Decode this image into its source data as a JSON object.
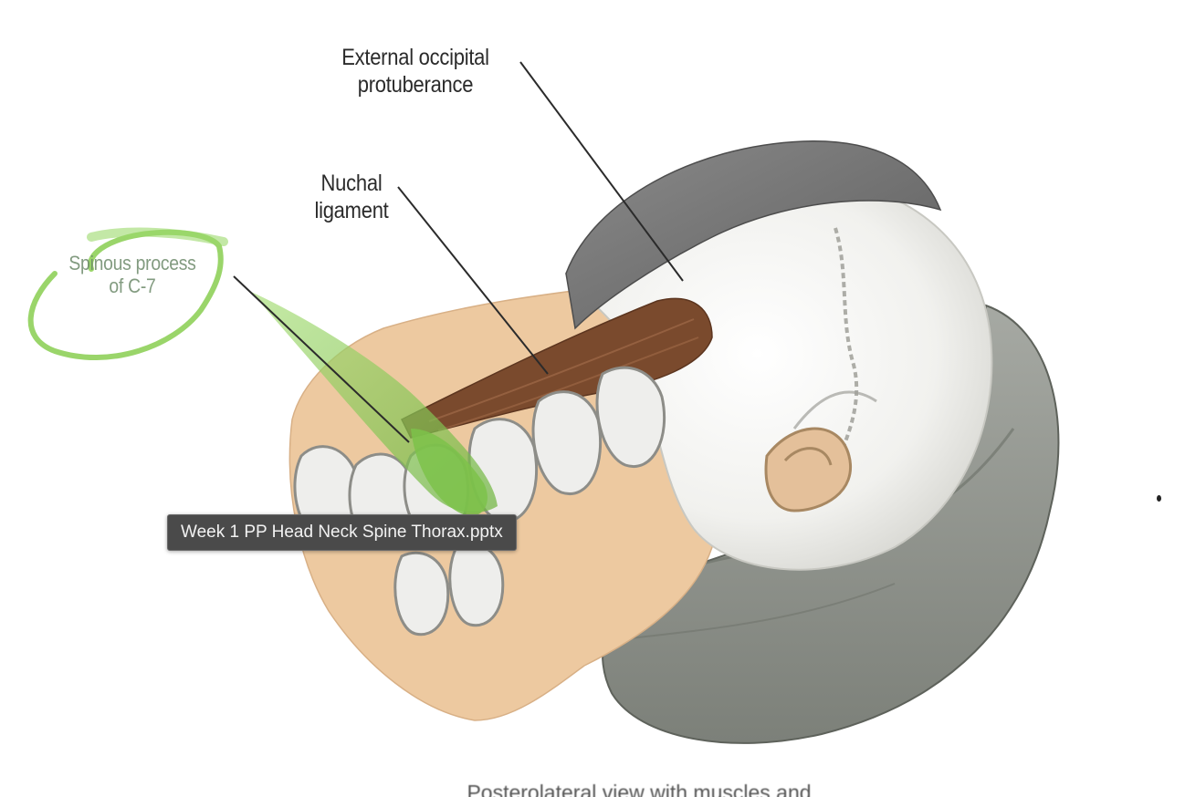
{
  "figure": {
    "labels": {
      "external_occipital_protuberance": "External occipital\nprotuberance",
      "nuchal_ligament": "Nuchal\nligament",
      "spinous_process_c7": "Spinous process\nof C-7"
    },
    "caption": "Posterolateral view with muscles and"
  },
  "tooltip": {
    "text": "Week 1 PP Head Neck Spine Thorax.pptx"
  },
  "colors": {
    "skin": "#edc9a0",
    "hair": "#6f6f6f",
    "pillow": "#8d918b",
    "nuchal_ligament": "#7a4a2d",
    "highlight_green": "#8fd05a",
    "tooltip_bg": "#4a4a4a"
  }
}
